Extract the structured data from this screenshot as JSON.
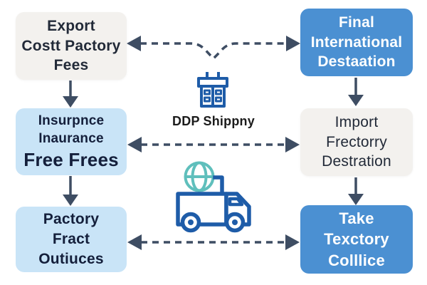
{
  "diagram": {
    "center_label": "DDP Shippny",
    "boxes": {
      "export": {
        "lines": [
          "Export",
          "Costt Pactory",
          "Fees"
        ]
      },
      "final": {
        "lines": [
          "Final",
          "International",
          "Destaation"
        ]
      },
      "insurance": {
        "lines": [
          "Insurpnce",
          "Inaurance",
          "Free Frees"
        ]
      },
      "import": {
        "lines": [
          "Import",
          "Frectorry",
          "Destration"
        ]
      },
      "factory": {
        "lines": [
          "Pactory",
          "Fract",
          "Outiuces"
        ]
      },
      "take": {
        "lines": [
          "Take",
          "Texctory",
          "Colllice"
        ]
      }
    },
    "icons": [
      "building-icon",
      "globe-icon",
      "truck-icon"
    ],
    "colors": {
      "blue_box": "#4B90D2",
      "light_blue_box": "#C9E4F7",
      "gray_box": "#F3F1EE",
      "dark_text": "#1C2537",
      "white_text": "#FFFFFF",
      "arrow": "#3E4D63",
      "icon_blue": "#1E5CA8",
      "icon_teal": "#5FBFBC",
      "center_label_color": "#1B1B1B"
    }
  }
}
